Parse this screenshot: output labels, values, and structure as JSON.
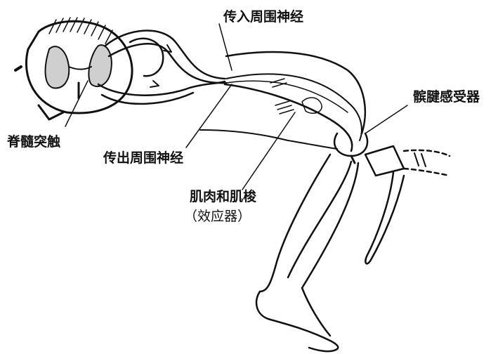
{
  "labels": {
    "afferent_nerve": "传入周围神经",
    "spinal_synapse": "脊髓突触",
    "efferent_nerve": "传出周围神经",
    "tendon_receptor": "髌腱感受器",
    "effector_line1": "肌肉和肌梭",
    "effector_line2": "（效应器）"
  },
  "colors": {
    "ink": "#111111",
    "paper": "#ffffff",
    "grey_matter": "#cfcfcf"
  }
}
